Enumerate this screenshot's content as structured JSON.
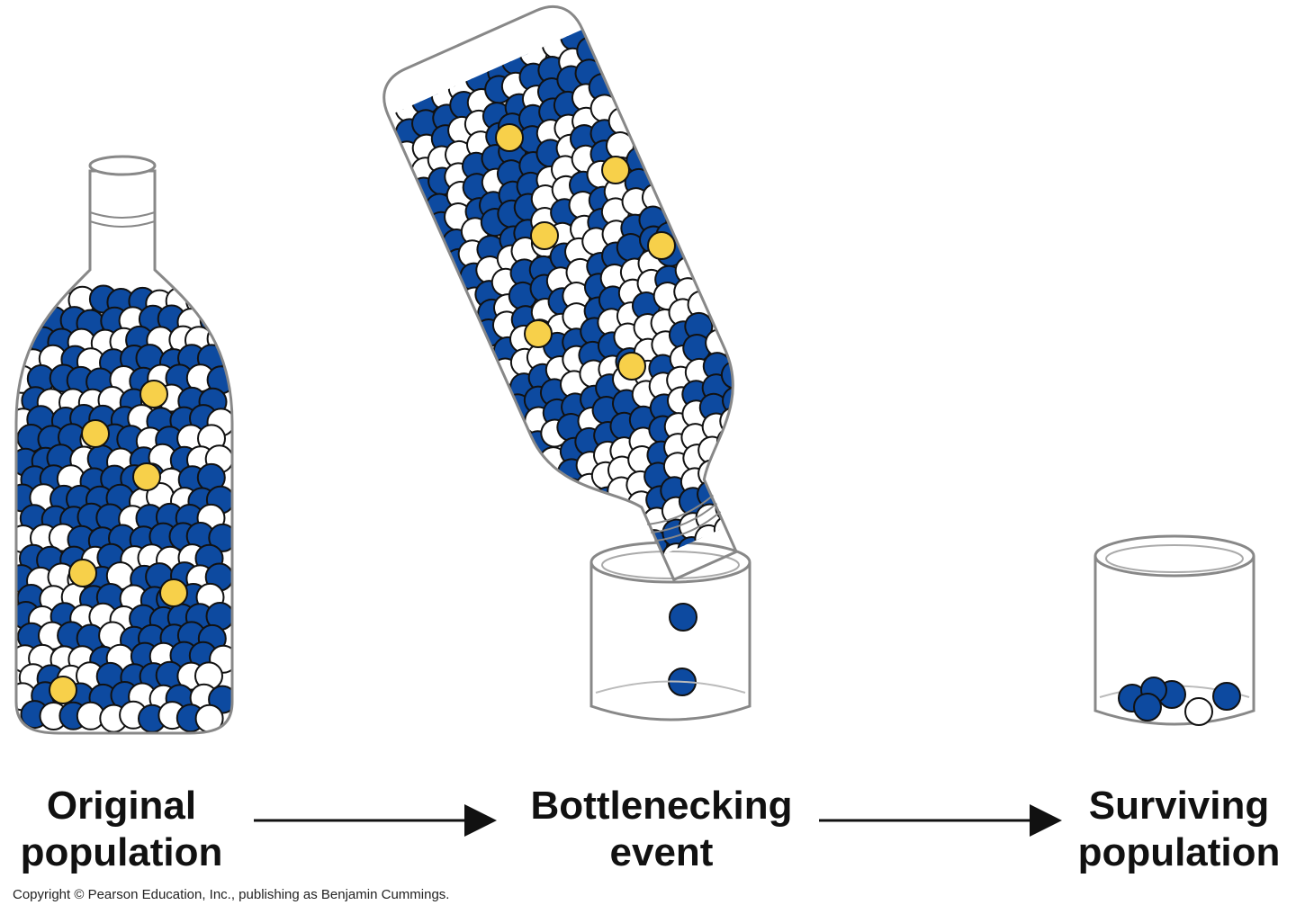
{
  "stages": [
    {
      "id": "original",
      "line1": "Original",
      "line2": "population"
    },
    {
      "id": "bottleneck",
      "line1": "Bottlenecking",
      "line2": "event"
    },
    {
      "id": "surviving",
      "line1": "Surviving",
      "line2": "population"
    }
  ],
  "copyright": "Copyright © Pearson Education, Inc., publishing as Benjamin Cummings.",
  "colors": {
    "blue_marble": "#0d4aa0",
    "white_marble": "#ffffff",
    "yellow_marble": "#f7d04a",
    "outline": "#111111",
    "glass": "#888888"
  },
  "icons": {
    "container_1": "bottle-icon",
    "container_2": "tilted-bottle-icon",
    "container_3": "cup-icon",
    "arrow": "right-arrow-icon"
  }
}
